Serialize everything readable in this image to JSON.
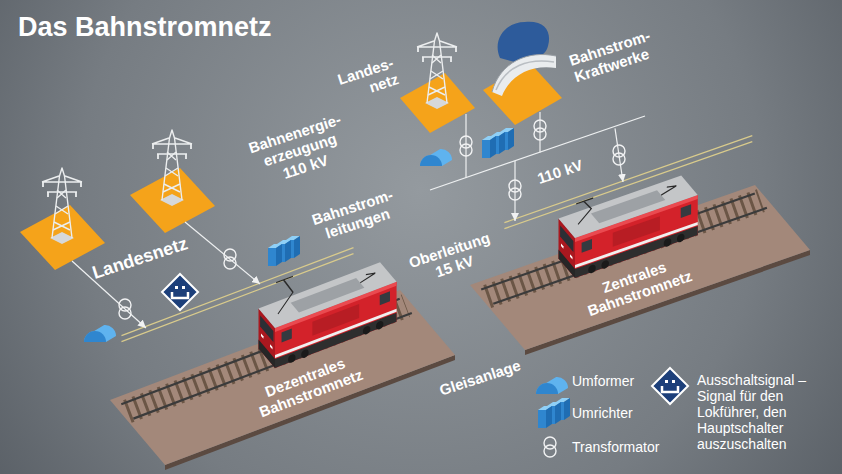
{
  "diagram": {
    "title": "Das Bahnstromnetz",
    "nodes": [
      {
        "text": [
          "Zentrales Bahnstromnetz"
        ]
      },
      {
        "text": [
          "Dezentrales Bahnstromnetz"
        ]
      }
    ],
    "labels": [
      "Landes-netz",
      "Bahnstrom-Kraftwerke",
      "Bahnenergie-erzeugung 110 kV",
      "110 kV",
      "Bahnstrom-leitungen",
      "Landesnetz",
      "Oberleitung 15 kV",
      "Gleisanlage"
    ],
    "legend": [
      {
        "text": "Umformer"
      },
      {
        "text": "Umrichter"
      },
      {
        "text": "Transformator"
      },
      {
        "text": "Ausschaltsignal – Signal für den Lokführer, den Hauptschalter auszuschalten"
      }
    ]
  }
}
